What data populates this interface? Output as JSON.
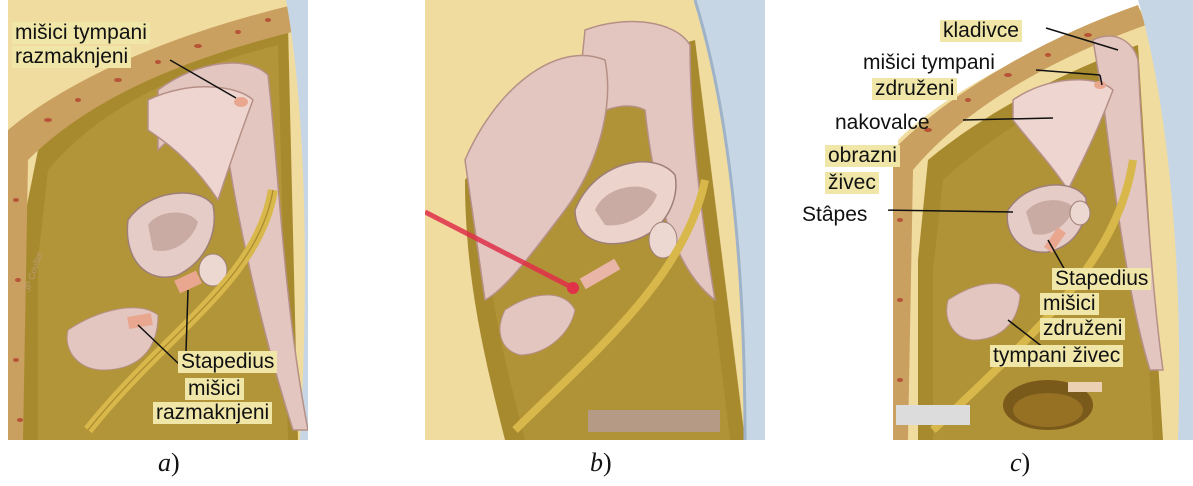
{
  "panels": {
    "a": {
      "caption_letter": "a",
      "caption_paren": ")",
      "watermark": "JP Coulter",
      "labels": {
        "tensor_top": "mišici tympani",
        "tensor_bottom": "razmaknjeni",
        "stapedius_1": "Stapedius",
        "stapedius_2": "mišici",
        "stapedius_3": "razmaknjeni"
      }
    },
    "b": {
      "caption_letter": "b",
      "caption_paren": ")"
    },
    "c": {
      "caption_letter": "c",
      "caption_paren": ")",
      "labels": {
        "malleus": "kladivce",
        "tensor_1": "mišici tympani",
        "tensor_2": "združeni",
        "incus": "nakovalce",
        "facial_1": "obrazni",
        "facial_2": "živec",
        "stapes": "Stâpes",
        "stapedius_1": "Stapedius",
        "stapedius_2": "mišici",
        "stapedius_3": "združeni",
        "tympanic_nerve": "tympani živec"
      }
    }
  },
  "colors": {
    "background": "#f1dca0",
    "cavity": "#a88a2e",
    "bone_crust": "#c9a060",
    "ossicle": "#e2c6bf",
    "nerve": "#d8b84a",
    "membrane": "#c7d6e4",
    "laser": "#e0304a",
    "label_bg": "#efe6a8"
  }
}
